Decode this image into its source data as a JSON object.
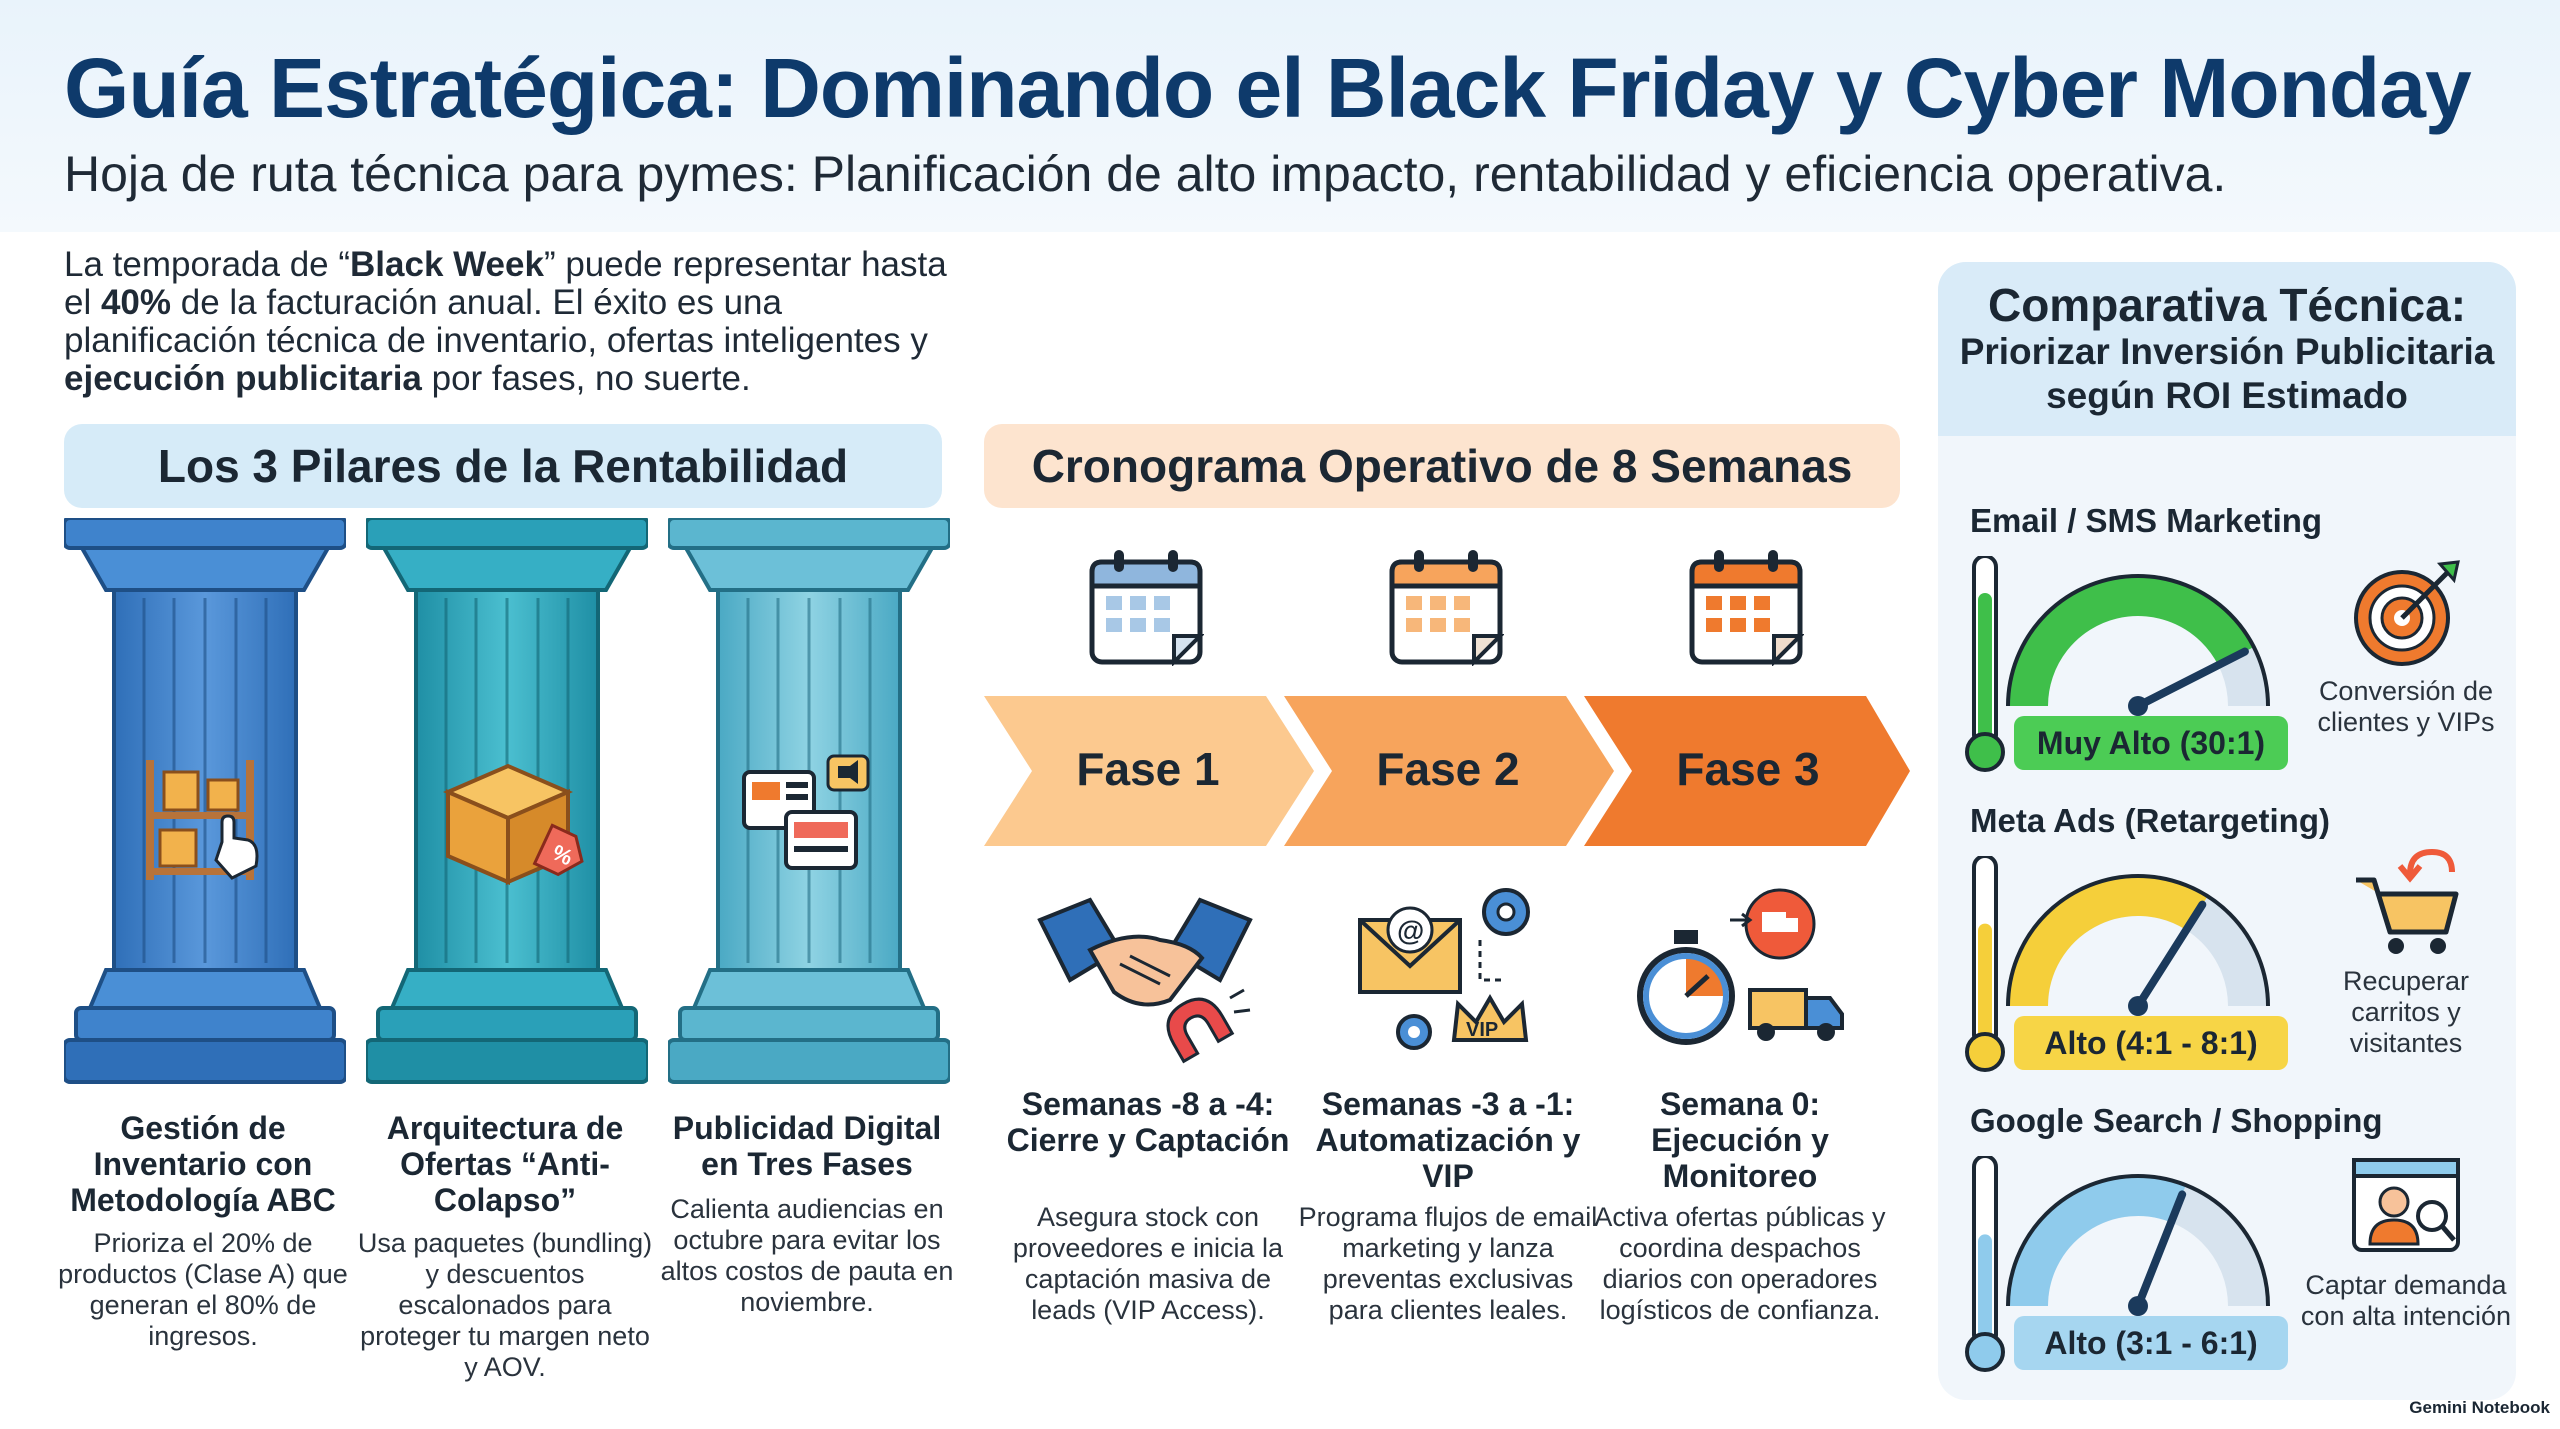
{
  "header": {
    "title": "Guía Estratégica: Dominando el Black Friday y Cyber Monday",
    "subtitle": "Hoja de ruta técnica para pymes: Planificación de alto impacto, rentabilidad y eficiencia operativa."
  },
  "intro": {
    "p1": "La temporada de “",
    "b1": "Black Week",
    "p2": "” puede representar hasta el ",
    "b2": "40%",
    "p3": " de la facturación anual. El éxito es una planificación técnica de inventario, ofertas inteligentes y ",
    "b3": "ejecución publicitaria",
    "p4": " por fases, no suerte."
  },
  "pillars": {
    "section_title": "Los 3 Pilares de la Rentabilidad",
    "items": [
      {
        "title": "Gestión de Inventario con Metodología ABC",
        "text": "Prioriza el 20% de productos (Clase A) que generan el 80% de ingresos.",
        "icon": "warehouse-shelves-icon"
      },
      {
        "title": "Arquitectura de Ofertas “Anti-Colapso”",
        "text": "Usa paquetes (bundling) y descuentos escalonados para proteger tu margen neto y AOV.",
        "icon": "bundle-box-tag-icon"
      },
      {
        "title": "Publicidad Digital en Tres Fases",
        "text": "Calienta audiencias en octubre para evitar los altos costos de pauta en noviembre.",
        "icon": "digital-ads-icon"
      }
    ]
  },
  "timeline": {
    "section_title": "Cronograma Operativo de 8 Semanas",
    "phases": [
      {
        "label": "Fase 1",
        "title": "Semanas -8 a -4: Cierre y Captación",
        "text": "Asegura stock con proveedores e inicia la captación masiva de leads (VIP Access).",
        "icon": "handshake-magnet-icon",
        "color": "#fcc98f"
      },
      {
        "label": "Fase 2",
        "title": "Semanas -3 a -1: Automatización y VIP",
        "text": "Programa flujos de email marketing y lanza preventas exclusivas para clientes leales.",
        "icon": "email-automation-icon",
        "color": "#f7a45c",
        "badge": "VIP"
      },
      {
        "label": "Fase 3",
        "title": "Semana 0: Ejecución y Monitoreo",
        "text": "Activa ofertas públicas y coordina despachos diarios con operadores logísticos de confianza.",
        "icon": "stopwatch-delivery-icon",
        "color": "#ef7a2e"
      }
    ]
  },
  "comparison": {
    "title": "Comparativa Técnica:",
    "subtitle": "Priorizar Inversión Publicitaria según ROI Estimado",
    "channels": [
      {
        "name": "Email / SMS Marketing",
        "roi": "Muy Alto (30:1)",
        "level": 0.85,
        "color": "#3fbf4a",
        "badge_color": "#4ccc55",
        "side_text": "Conversión de clientes y VIPs",
        "icon": "target-icon"
      },
      {
        "name": "Meta Ads (Retargeting)",
        "roi": "Alto (4:1 - 8:1)",
        "level": 0.68,
        "color": "#f5cf3a",
        "badge_color": "#f7d546",
        "side_text": "Recuperar carritos y visitantes",
        "icon": "cart-return-icon"
      },
      {
        "name": "Google Search / Shopping",
        "roi": "Alto (3:1 - 6:1)",
        "level": 0.62,
        "color": "#8fcbec",
        "badge_color": "#a6d6f0",
        "side_text": "Captar demanda con alta intención",
        "icon": "search-profile-icon"
      }
    ]
  },
  "brand": "Gemini Notebook"
}
